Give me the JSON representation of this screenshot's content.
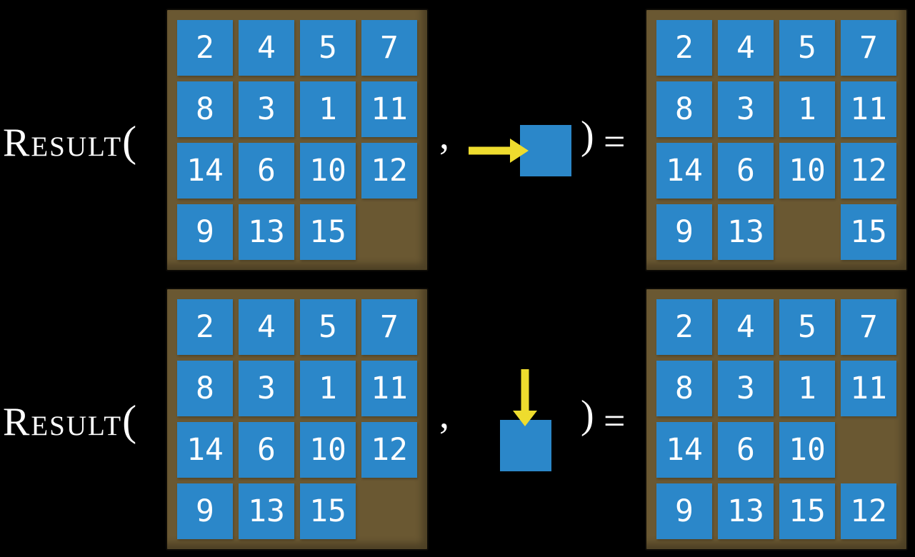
{
  "colors": {
    "background": "#000000",
    "board": "#6a5832",
    "board_border": "#0c0a06",
    "tile": "#2b87c9",
    "tile_text": "#ffffff",
    "arrow": "#eedc2e",
    "label_text": "#ffffff"
  },
  "rows": [
    {
      "function_label": "Result",
      "open_paren": "(",
      "comma": ",",
      "close_paren": ")",
      "equals_sign": "=",
      "action": {
        "icon": "arrow-right-icon",
        "arrow_direction": "right",
        "description": "slide tile right into blank"
      },
      "initial_board": [
        [
          "2",
          "4",
          "5",
          "7"
        ],
        [
          "8",
          "3",
          "1",
          "11"
        ],
        [
          "14",
          "6",
          "10",
          "12"
        ],
        [
          "9",
          "13",
          "15",
          ""
        ]
      ],
      "result_board": [
        [
          "2",
          "4",
          "5",
          "7"
        ],
        [
          "8",
          "3",
          "1",
          "11"
        ],
        [
          "14",
          "6",
          "10",
          "12"
        ],
        [
          "9",
          "13",
          "",
          "15"
        ]
      ]
    },
    {
      "function_label": "Result",
      "open_paren": "(",
      "comma": ",",
      "close_paren": ")",
      "equals_sign": "=",
      "action": {
        "icon": "arrow-down-icon",
        "arrow_direction": "down",
        "description": "slide tile down into blank"
      },
      "initial_board": [
        [
          "2",
          "4",
          "5",
          "7"
        ],
        [
          "8",
          "3",
          "1",
          "11"
        ],
        [
          "14",
          "6",
          "10",
          "12"
        ],
        [
          "9",
          "13",
          "15",
          ""
        ]
      ],
      "result_board": [
        [
          "2",
          "4",
          "5",
          "7"
        ],
        [
          "8",
          "3",
          "1",
          "11"
        ],
        [
          "14",
          "6",
          "10",
          ""
        ],
        [
          "9",
          "13",
          "15",
          "12"
        ]
      ]
    }
  ]
}
